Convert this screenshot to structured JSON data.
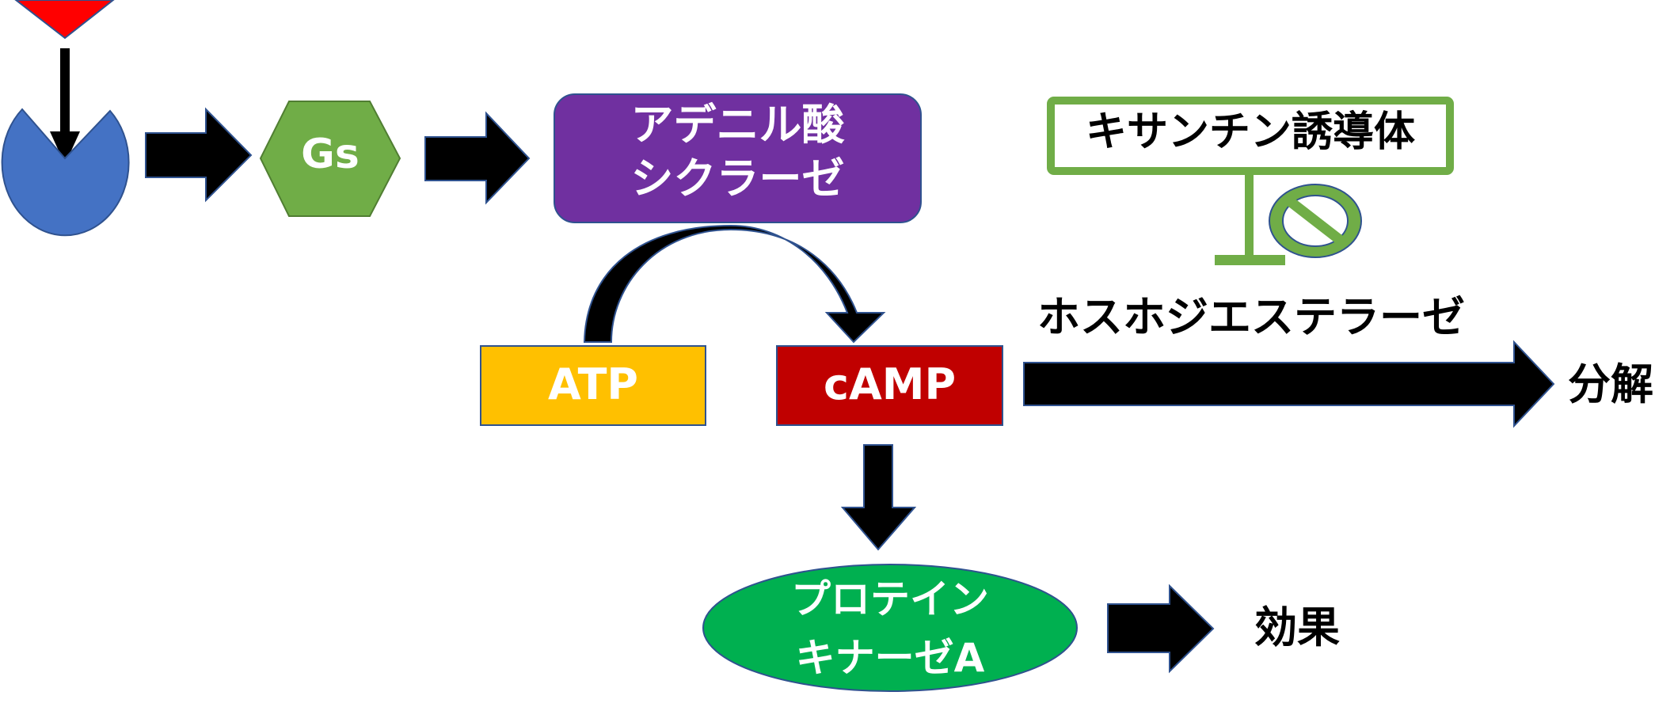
{
  "title": "cAMP signaling pathway with xanthine derivatives inhibiting phosphodiesterase",
  "colors": {
    "ligand": "#ff0000",
    "receptor": "#4472c4",
    "gs": "#70ad47",
    "adenylate_cyclase": "#7030a0",
    "atp": "#ffc000",
    "camp": "#c00000",
    "pka": "#00b050",
    "xanthine_border": "#70ad47",
    "outline": "#2f528f",
    "arrow": "#000000"
  },
  "nodes": {
    "gs": "Gs",
    "adenylate_cyclase_line1": "アデニル酸",
    "adenylate_cyclase_line2": "シクラーゼ",
    "atp": "ATP",
    "camp": "cAMP",
    "pka_line1": "プロテイン",
    "pka_line2": "キナーゼA",
    "effect": "効果",
    "xanthine": "キサンチン誘導体",
    "phosphodiesterase": "ホスホジエステラーゼ",
    "degradation": "分解"
  },
  "icons": {
    "ligand": "ligand-triangle-icon",
    "receptor": "receptor-pacman-icon",
    "inhibit": "prohibited-sign-icon"
  }
}
